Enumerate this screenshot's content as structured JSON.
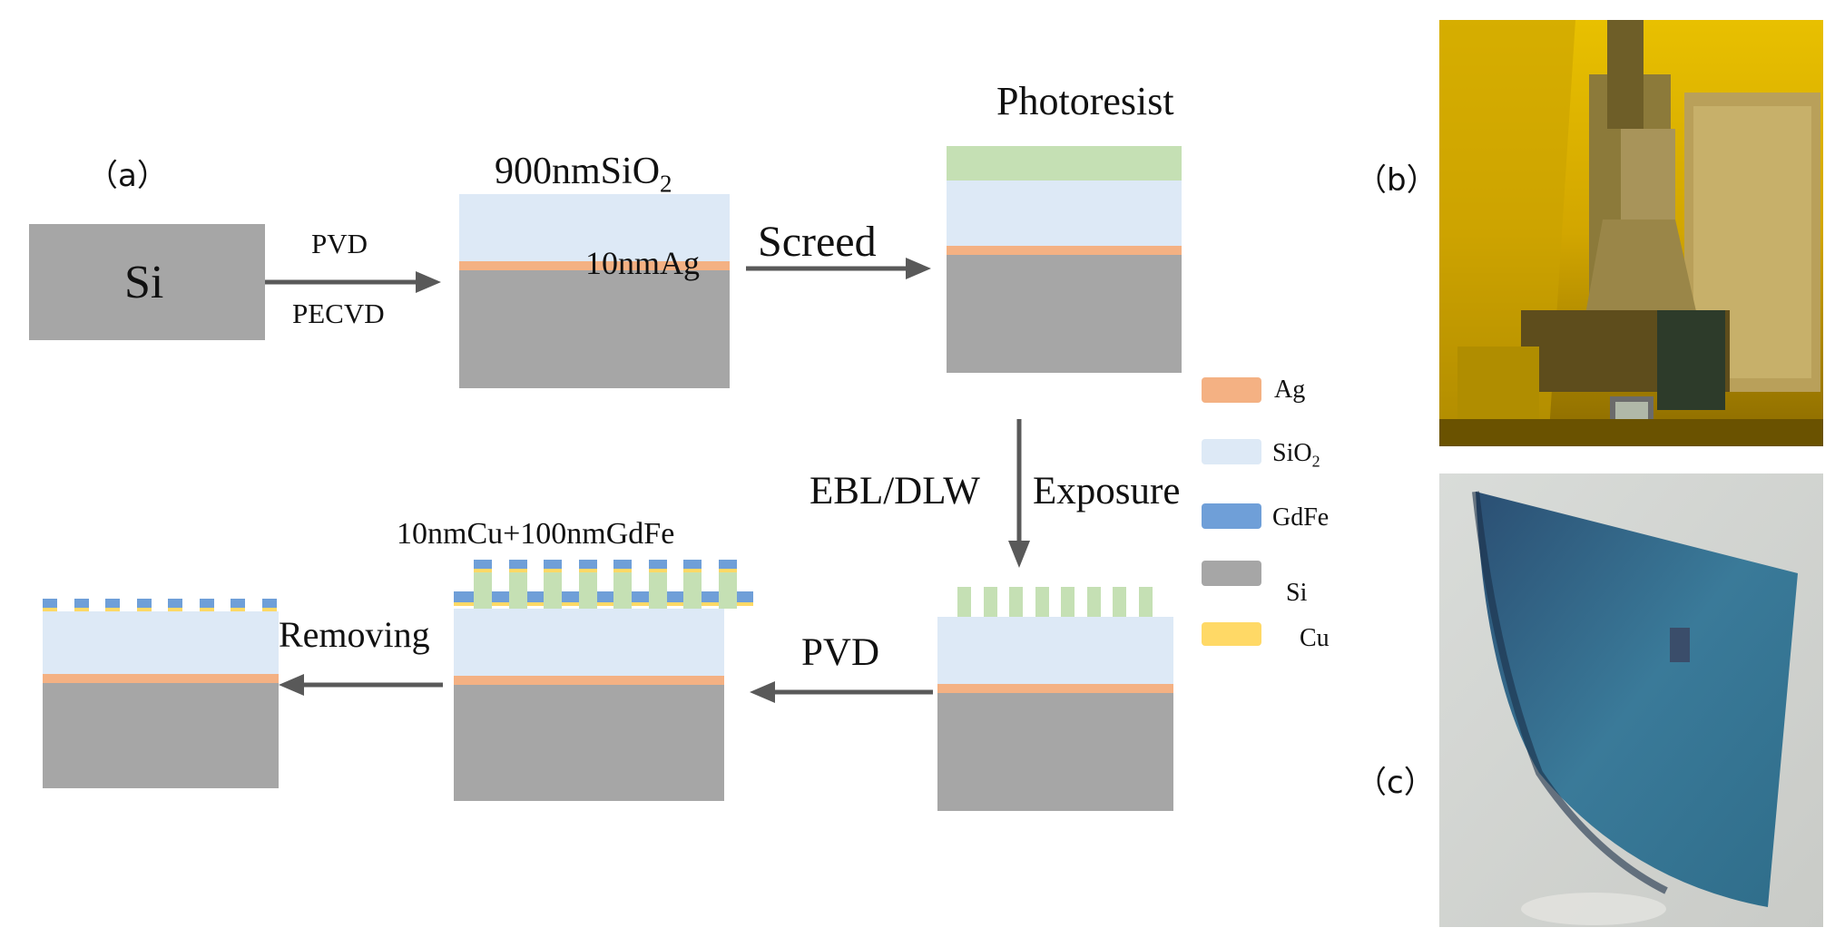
{
  "panel_labels": {
    "a": "（a）",
    "b": "（b）",
    "c": "（c）"
  },
  "steps": {
    "si_label": "Si",
    "pvd1": "PVD",
    "pecvd": "PECVD",
    "sio2_base": "900nmSiO",
    "sio2_sub": "2",
    "ag_label": "10nmAg",
    "screed": "Screed",
    "photoresist": "Photoresist",
    "exposure_left": "EBL/DLW",
    "exposure_right": "Exposure",
    "pvd2": "PVD",
    "cu_gdfe": "10nmCu+100nmGdFe",
    "removing": "Removing"
  },
  "legend": [
    {
      "key": "ag",
      "label": "Ag",
      "sub": "",
      "color": "#f4b183"
    },
    {
      "key": "sio2",
      "label": "SiO",
      "sub": "2",
      "color": "#dde9f6"
    },
    {
      "key": "gdfe",
      "label": "GdFe",
      "sub": "",
      "color": "#6f9fd8"
    },
    {
      "key": "si",
      "label": "Si",
      "sub": "",
      "color": "#a6a6a6"
    },
    {
      "key": "cu",
      "label": "Cu",
      "sub": "",
      "color": "#ffd966"
    }
  ],
  "colors": {
    "si": "#a6a6a6",
    "sio2": "#dde9f6",
    "ag": "#f4b183",
    "photoresist": "#c5e0b4",
    "gdfe": "#6f9fd8",
    "cu": "#ffd966",
    "arrow": "#595959"
  },
  "photos": {
    "b": "lab-equipment-photo",
    "c": "wafer-sample-photo"
  }
}
